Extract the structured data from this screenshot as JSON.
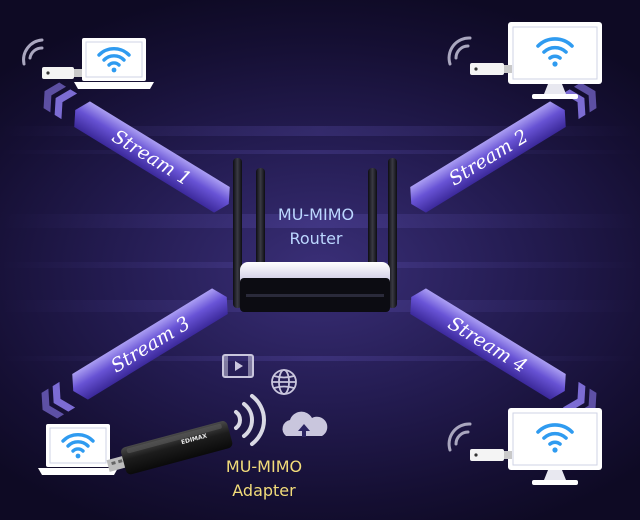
{
  "router": {
    "line1": "MU-MIMO",
    "line2": "Router"
  },
  "adapter": {
    "line1": "MU-MIMO",
    "line2": "Adapter",
    "brand": "EDIMAX"
  },
  "streams": [
    {
      "label": "Stream 1"
    },
    {
      "label": "Stream 2"
    },
    {
      "label": "Stream 3"
    },
    {
      "label": "Stream 4"
    }
  ],
  "devices": [
    {
      "type": "laptop",
      "icon": "wifi-icon"
    },
    {
      "type": "monitor",
      "icon": "wifi-icon"
    },
    {
      "type": "laptop",
      "icon": "wifi-icon"
    },
    {
      "type": "monitor",
      "icon": "wifi-icon"
    }
  ],
  "media_icons": [
    "film-icon",
    "globe-icon",
    "cloud-upload-icon"
  ],
  "colors": {
    "background": "#1a143c",
    "stream_band": "#6f5ce0",
    "wifi_blue": "#2f9bf0",
    "router_label": "#bcd7ff",
    "adapter_label": "#f2dc7a"
  }
}
